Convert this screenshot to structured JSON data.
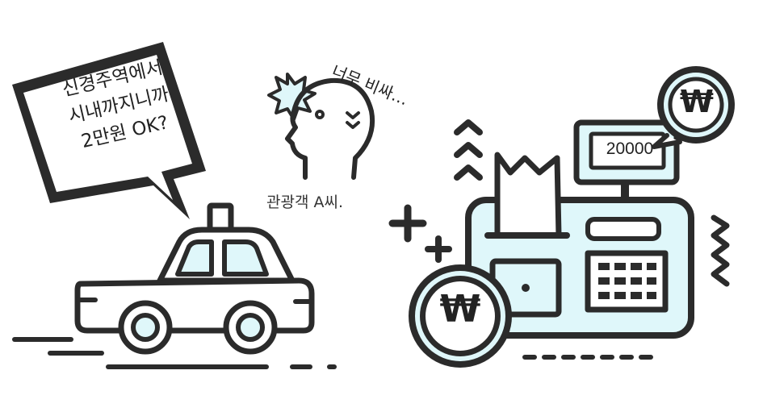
{
  "speech_bubble": {
    "lines": [
      "신경주역에서",
      "시내까지니까",
      "2만원 OK?"
    ]
  },
  "tourist": {
    "label": "관광객 A씨.",
    "remark": "너무 비싸…"
  },
  "cash_register": {
    "display_value": "20000",
    "currency_symbol": "₩"
  },
  "coin": {
    "currency_symbol": "₩"
  },
  "colors": {
    "outline": "#2b2b2b",
    "accent_fill": "#dff7fa",
    "background": "#ffffff"
  },
  "icons": [
    "taxi-icon",
    "tourist-head-icon",
    "cash-register-icon",
    "won-coin-icon",
    "won-speech-bubble-icon",
    "plus-icon",
    "chevron-up-icon",
    "zigzag-icon"
  ]
}
